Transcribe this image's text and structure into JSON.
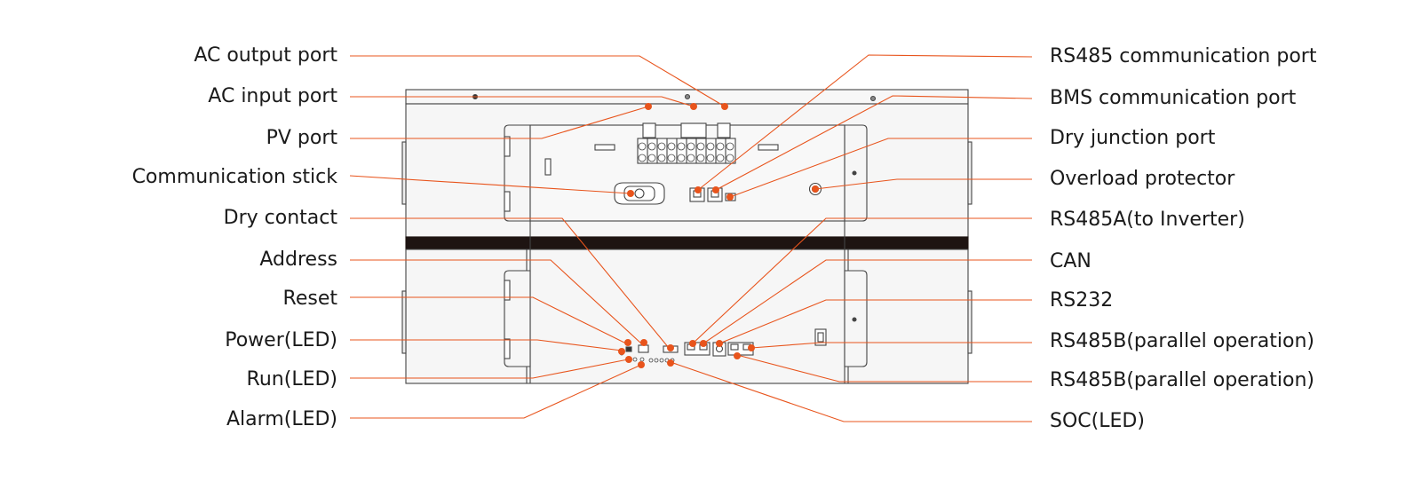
{
  "accent_color": "#e8541c",
  "left_labels": [
    {
      "id": "ac-output-port",
      "text": "AC output port"
    },
    {
      "id": "ac-input-port",
      "text": "AC input port"
    },
    {
      "id": "pv-port",
      "text": "PV port"
    },
    {
      "id": "communication-stick",
      "text": "Communication stick"
    },
    {
      "id": "dry-contact",
      "text": "Dry contact"
    },
    {
      "id": "address",
      "text": "Address"
    },
    {
      "id": "reset",
      "text": "Reset"
    },
    {
      "id": "power-led",
      "text": "Power(LED)"
    },
    {
      "id": "run-led",
      "text": "Run(LED)"
    },
    {
      "id": "alarm-led",
      "text": "Alarm(LED)"
    }
  ],
  "right_labels": [
    {
      "id": "rs485-communication-port",
      "text": "RS485 communication port"
    },
    {
      "id": "bms-communication-port",
      "text": "BMS communication port"
    },
    {
      "id": "dry-junction-port",
      "text": "Dry junction port"
    },
    {
      "id": "overload-protector",
      "text": "Overload protector"
    },
    {
      "id": "rs485a-to-inverter",
      "text": "RS485A(to Inverter)"
    },
    {
      "id": "can",
      "text": "CAN"
    },
    {
      "id": "rs232",
      "text": "RS232"
    },
    {
      "id": "rs485b-parallel-1",
      "text": "RS485B(parallel operation)"
    },
    {
      "id": "rs485b-parallel-2",
      "text": "RS485B(parallel operation)"
    },
    {
      "id": "soc-led",
      "text": "SOC(LED)"
    }
  ]
}
